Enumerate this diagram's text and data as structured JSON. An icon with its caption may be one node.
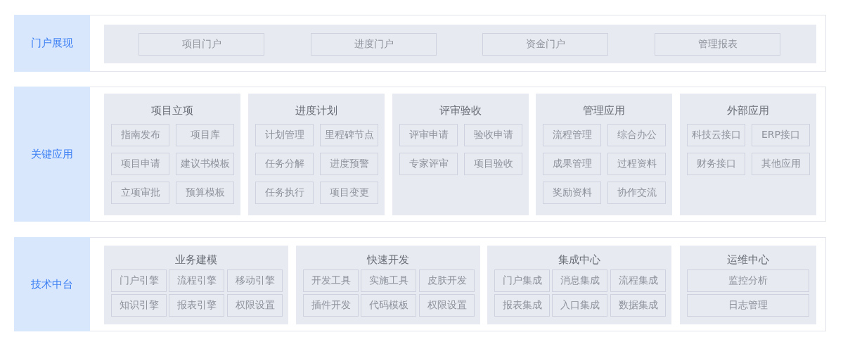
{
  "diagram": {
    "nodes": [
      {
        "text": [
          "门户展现"
        ]
      },
      {
        "text": [],
        "shape": "box",
        "in": 0
      },
      {
        "text": [
          "项目门户"
        ],
        "in": 1
      },
      {
        "text": [
          "进度门户"
        ],
        "in": 1
      },
      {
        "text": [
          "资金门户"
        ],
        "in": 1
      },
      {
        "text": [
          "管理报表"
        ],
        "in": 1
      },
      {
        "text": [
          "关键应用"
        ]
      },
      {
        "text": [
          "项目立项"
        ],
        "in": 6
      },
      {
        "text": [
          "指南发布"
        ],
        "in": 7
      },
      {
        "text": [
          "项目库"
        ],
        "in": 7
      },
      {
        "text": [
          "项目申请"
        ],
        "in": 7
      },
      {
        "text": [
          "建议书模板"
        ],
        "in": 7
      },
      {
        "text": [
          "立项审批"
        ],
        "in": 7
      },
      {
        "text": [
          "预算模板"
        ],
        "in": 7
      },
      {
        "text": [
          "进度计划"
        ],
        "in": 6
      },
      {
        "text": [
          "计划管理"
        ],
        "in": 14
      },
      {
        "text": [
          "里程碑节点"
        ],
        "in": 14
      },
      {
        "text": [
          "任务分解"
        ],
        "in": 14
      },
      {
        "text": [
          "进度预警"
        ],
        "in": 14
      },
      {
        "text": [
          "任务执行"
        ],
        "in": 14
      },
      {
        "text": [
          "项目变更"
        ],
        "in": 14
      },
      {
        "text": [
          "评审验收"
        ],
        "in": 6
      },
      {
        "text": [
          "评审申请"
        ],
        "in": 21
      },
      {
        "text": [
          "验收申请"
        ],
        "in": 21
      },
      {
        "text": [
          "专家评审"
        ],
        "in": 21
      },
      {
        "text": [
          "项目验收"
        ],
        "in": 21
      },
      {
        "text": [
          "管理应用"
        ],
        "in": 6
      },
      {
        "text": [
          "流程管理"
        ],
        "in": 26
      },
      {
        "text": [
          "综合办公"
        ],
        "in": 26
      },
      {
        "text": [
          "成果管理"
        ],
        "in": 26
      },
      {
        "text": [
          "过程资料"
        ],
        "in": 26
      },
      {
        "text": [
          "奖励资料"
        ],
        "in": 26
      },
      {
        "text": [
          "协作交流"
        ],
        "in": 26
      },
      {
        "text": [
          "外部应用"
        ],
        "in": 6
      },
      {
        "text": [
          "科技云接口"
        ],
        "in": 33
      },
      {
        "text": [
          "ERP接口"
        ],
        "in": 33
      },
      {
        "text": [
          "财务接口"
        ],
        "in": 33
      },
      {
        "text": [
          "其他应用"
        ],
        "in": 33
      },
      {
        "text": [
          "技术中台"
        ]
      },
      {
        "text": [
          "业务建模"
        ],
        "in": 38
      },
      {
        "text": [
          "门户引擎"
        ],
        "in": 39
      },
      {
        "text": [
          "流程引擎"
        ],
        "in": 39
      },
      {
        "text": [
          "移动引擎"
        ],
        "in": 39
      },
      {
        "text": [
          "知识引擎"
        ],
        "in": 39
      },
      {
        "text": [
          "报表引擎"
        ],
        "in": 39
      },
      {
        "text": [
          "权限设置"
        ],
        "in": 39
      },
      {
        "text": [
          "快速开发"
        ],
        "in": 38
      },
      {
        "text": [
          "开发工具"
        ],
        "in": 46
      },
      {
        "text": [
          "实施工具"
        ],
        "in": 46
      },
      {
        "text": [
          "皮肤开发"
        ],
        "in": 46
      },
      {
        "text": [
          "插件开发"
        ],
        "in": 46
      },
      {
        "text": [
          "代码模板"
        ],
        "in": 46
      },
      {
        "text": [
          "权限设置"
        ],
        "in": 46
      },
      {
        "text": [
          "集成中心"
        ],
        "in": 38
      },
      {
        "text": [
          "门户集成"
        ],
        "in": 53
      },
      {
        "text": [
          "消息集成"
        ],
        "in": 53
      },
      {
        "text": [
          "流程集成"
        ],
        "in": 53
      },
      {
        "text": [
          "报表集成"
        ],
        "in": 53
      },
      {
        "text": [
          "入口集成"
        ],
        "in": 53
      },
      {
        "text": [
          "数据集成"
        ],
        "in": 53
      },
      {
        "text": [
          "运维中心"
        ],
        "in": 38
      },
      {
        "text": [
          "监控分析"
        ],
        "in": 60
      },
      {
        "text": [
          "日志管理"
        ],
        "in": 60
      }
    ]
  }
}
